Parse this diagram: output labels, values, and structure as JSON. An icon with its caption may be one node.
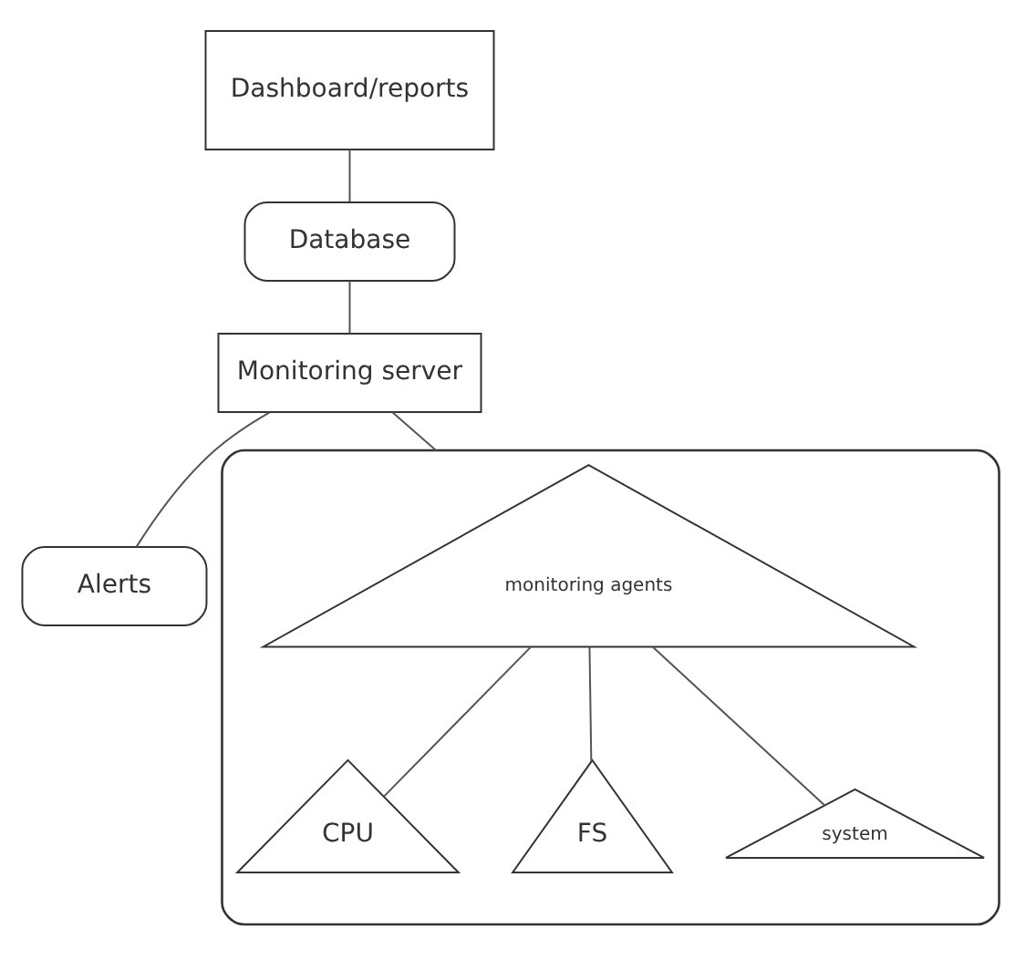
{
  "diagram": {
    "nodes": [
      {
        "text": [
          "Dashboard/reports"
        ]
      },
      {
        "text": [
          "Database"
        ]
      },
      {
        "text": [
          "Monitoring server"
        ]
      },
      {
        "text": [
          "Alerts"
        ]
      },
      {
        "text": [],
        "shape": "triangle"
      },
      {
        "text": [
          "monitoring agents"
        ],
        "in": 4
      },
      {
        "text": [
          "CPU"
        ],
        "in": 4
      },
      {
        "text": [
          "FS"
        ],
        "in": 4
      },
      {
        "text": [
          "system"
        ],
        "in": 4
      }
    ],
    "edges": [
      {
        "from": 0,
        "to": 1,
        "arrow": "none"
      },
      {
        "from": 1,
        "to": 2,
        "arrow": "none"
      },
      {
        "from": 2,
        "to": 3,
        "arrow": "none"
      },
      {
        "from": 2,
        "to": 4,
        "arrow": "none"
      },
      {
        "from": 5,
        "to": 6,
        "arrow": "none"
      },
      {
        "from": 5,
        "to": 7,
        "arrow": "none"
      },
      {
        "from": 5,
        "to": 8,
        "arrow": "none"
      }
    ]
  }
}
